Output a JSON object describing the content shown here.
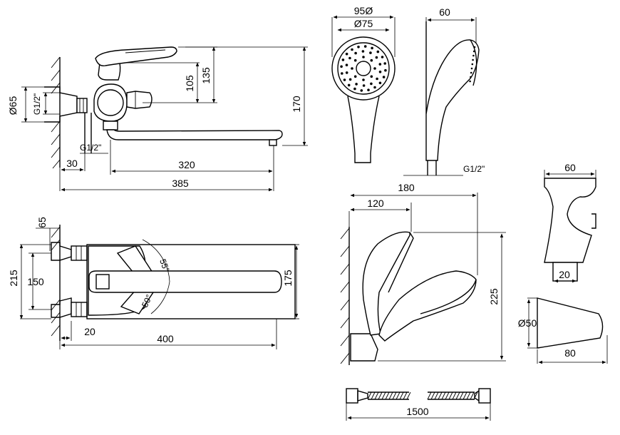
{
  "labels": {
    "d65": "Ø65",
    "g12_top": "G1/2\"",
    "g12_bottom": "G1/2\"",
    "d105": "105",
    "d135": "135",
    "d170": "170",
    "d30": "30",
    "d320": "320",
    "d385": "385",
    "d65_side": "65",
    "d215": "215",
    "d150": "150",
    "d175": "175",
    "d20_top": "20",
    "d400": "400",
    "a55": "55°",
    "a50": "50°",
    "head_95": "95Ø",
    "head_75": "Ø75",
    "side_60": "60",
    "g12_shower": "G1/2\"",
    "d180": "180",
    "d120": "120",
    "d225": "225",
    "holder_60": "60",
    "holder_20": "20",
    "bracket_50": "Ø50",
    "bracket_80": "80",
    "hose_1500": "1500"
  }
}
